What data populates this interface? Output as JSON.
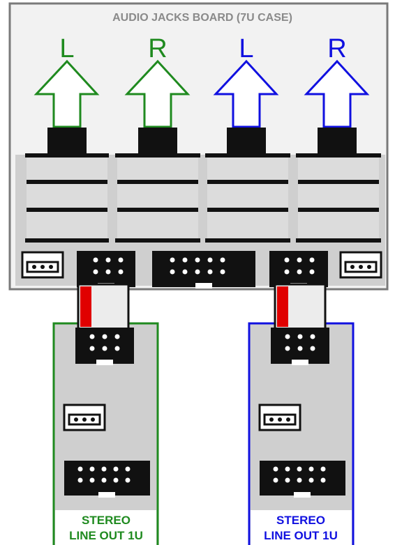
{
  "board": {
    "title": "AUDIO JACKS BOARD (7U CASE)"
  },
  "channels": [
    {
      "label": "L",
      "color": "#1f8a1f"
    },
    {
      "label": "R",
      "color": "#1f8a1f"
    },
    {
      "label": "L",
      "color": "#1010e0"
    },
    {
      "label": "R",
      "color": "#1010e0"
    }
  ],
  "modules": [
    {
      "label_line1": "STEREO",
      "label_line2": "LINE OUT 1U",
      "color": "#1f8a1f"
    },
    {
      "label_line1": "STEREO",
      "label_line2": "LINE OUT 1U",
      "color": "#1010e0"
    }
  ],
  "colors": {
    "board_fill": "#f2f2f2",
    "board_stroke": "#7a7a7a",
    "strip_fill": "#cfcfcf",
    "jack_fill": "#dcdcdc",
    "connector_fill": "#111111",
    "ribbon_red": "#e00000",
    "ribbon_fill": "#ececec",
    "module_fill": "#cfcfcf"
  },
  "icons": {
    "arrow": "up-arrow-icon",
    "three_pin_header": "three-pin-header-icon",
    "six_pin_header": "six-pin-idc-header-icon",
    "ten_pin_header": "ten-pin-idc-header-icon"
  }
}
